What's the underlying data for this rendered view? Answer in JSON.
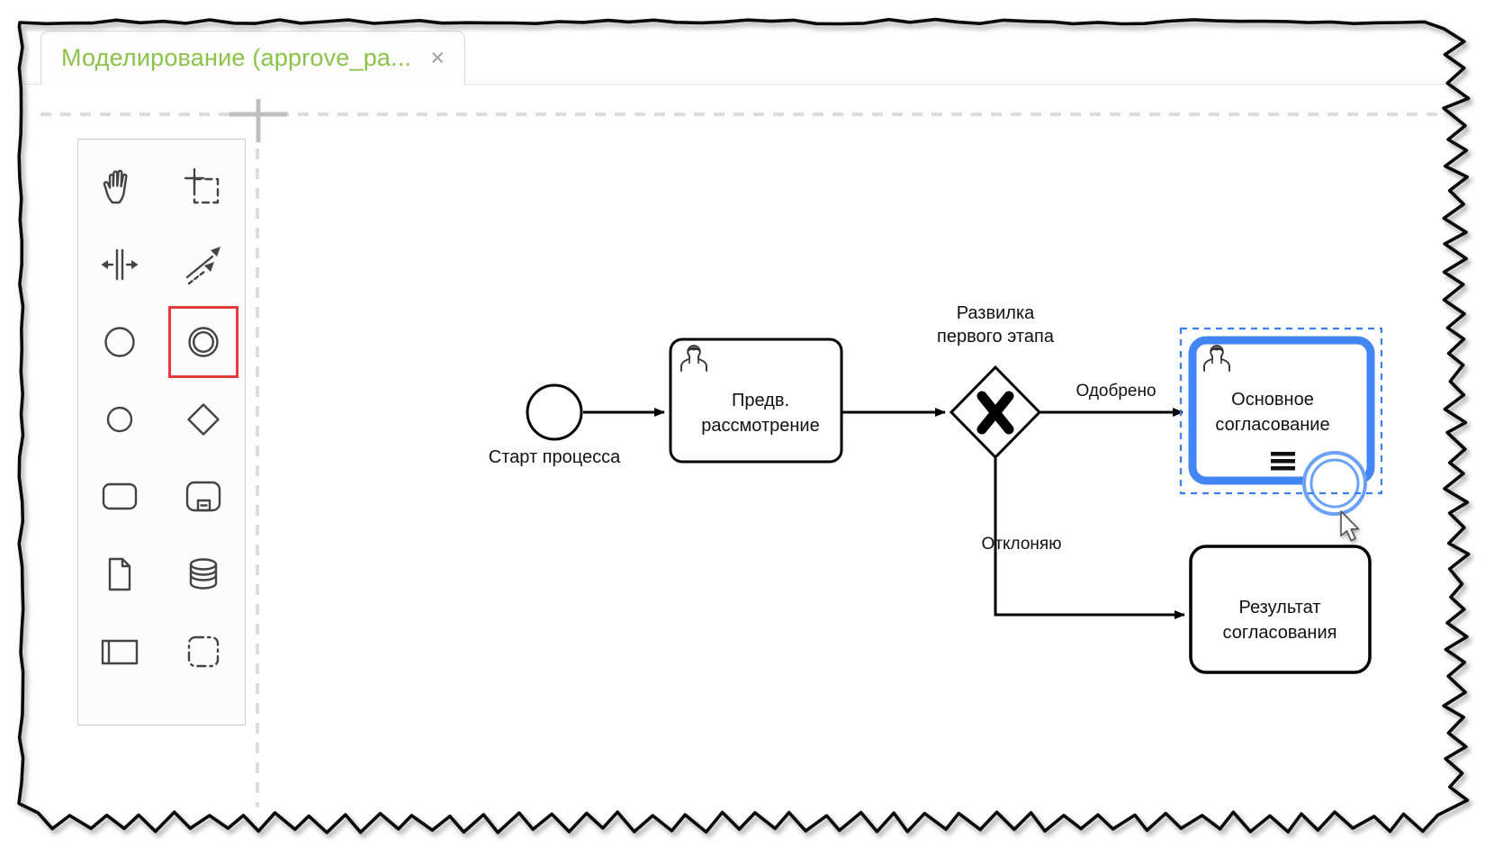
{
  "tab": {
    "title": "Моделирование (approve_pa...",
    "close_glyph": "×"
  },
  "palette": {
    "highlight_color": "#e8393c",
    "tools": [
      {
        "name": "hand-tool"
      },
      {
        "name": "lasso-tool"
      },
      {
        "name": "space-tool"
      },
      {
        "name": "global-connect-tool"
      },
      {
        "name": "create-start-event"
      },
      {
        "name": "create-intermediate-event",
        "highlighted": true
      },
      {
        "name": "create-end-event"
      },
      {
        "name": "create-gateway"
      },
      {
        "name": "create-task"
      },
      {
        "name": "create-subprocess"
      },
      {
        "name": "create-data-object"
      },
      {
        "name": "create-data-store"
      },
      {
        "name": "create-participant"
      },
      {
        "name": "create-group"
      }
    ]
  },
  "diagram": {
    "colors": {
      "selection_blue": "#4285f4",
      "selection_dash_blue": "#3b7df5",
      "click_circle_blue": "#6ba1f7",
      "stroke_black": "#000000"
    },
    "start_event": {
      "label": "Старт процесса"
    },
    "task_preliminary": {
      "lines": [
        "Предв.",
        "рассмотрение"
      ]
    },
    "gateway": {
      "label_lines": [
        "Развилка",
        "первого этапа"
      ]
    },
    "flow_approved": {
      "label": "Одобрено"
    },
    "flow_rejected": {
      "label": "Отклоняю"
    },
    "task_main": {
      "lines": [
        "Основное",
        "согласование"
      ],
      "selected": true
    },
    "task_result": {
      "lines": [
        "Результат",
        "согласования"
      ]
    }
  }
}
